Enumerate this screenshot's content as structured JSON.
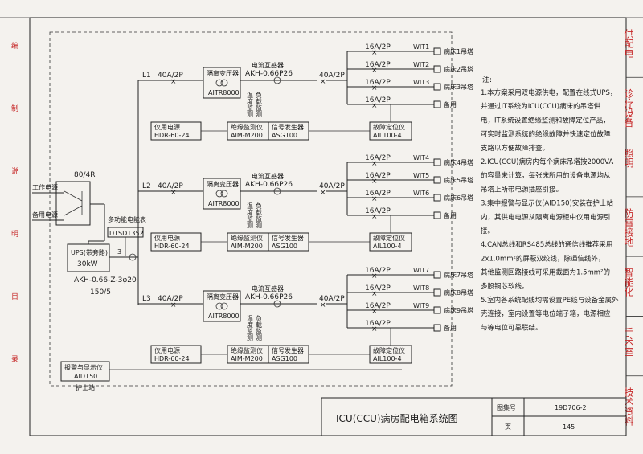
{
  "phases": [
    {
      "phase": "L1",
      "main_breaker": "40A/2P",
      "transformer": "隔离变压器",
      "transformer_model": "AITR8000",
      "ct": "电流互感器",
      "ct_model": "AKH-0.66P26",
      "supply": "仪用电源",
      "supply_model": "HDR-60-24",
      "monitor": "绝缘监测仪",
      "monitor_model": "AIM-M200",
      "signal": "信号发生器",
      "signal_model": "ASG100",
      "locator": "故障定位仪",
      "locator_model": "AIL100-4",
      "out_breaker": "40A/2P",
      "branches": [
        {
          "breaker": "16A/2P",
          "wit": "WIT1",
          "load": "病床1吊塔"
        },
        {
          "breaker": "16A/2P",
          "wit": "WIT2",
          "load": "病床2吊塔"
        },
        {
          "breaker": "16A/2P",
          "wit": "WIT3",
          "load": "病床3吊塔"
        },
        {
          "breaker": "16A/2P",
          "wit": "",
          "load": "备用"
        }
      ]
    },
    {
      "phase": "L2",
      "main_breaker": "40A/2P",
      "transformer": "隔离变压器",
      "transformer_model": "AITR8000",
      "ct": "电流互感器",
      "ct_model": "AKH-0.66P26",
      "supply": "仪用电源",
      "supply_model": "HDR-60-24",
      "monitor": "绝缘监测仪",
      "monitor_model": "AIM-M200",
      "signal": "信号发生器",
      "signal_model": "ASG100",
      "locator": "故障定位仪",
      "locator_model": "AIL100-4",
      "out_breaker": "40A/2P",
      "branches": [
        {
          "breaker": "16A/2P",
          "wit": "WIT4",
          "load": "病床4吊塔"
        },
        {
          "breaker": "16A/2P",
          "wit": "WIT5",
          "load": "病床5吊塔"
        },
        {
          "breaker": "16A/2P",
          "wit": "WIT6",
          "load": "病床6吊塔"
        },
        {
          "breaker": "16A/2P",
          "wit": "",
          "load": "备用"
        }
      ]
    },
    {
      "phase": "L3",
      "main_breaker": "40A/2P",
      "transformer": "隔离变压器",
      "transformer_model": "AITR8000",
      "ct": "电流互感器",
      "ct_model": "AKH-0.66P26",
      "supply": "仪用电源",
      "supply_model": "HDR-60-24",
      "monitor": "绝缘监测仪",
      "monitor_model": "AIM-M200",
      "signal": "信号发生器",
      "signal_model": "ASG100",
      "locator": "故障定位仪",
      "locator_model": "AIL100-4",
      "out_breaker": "40A/2P",
      "branches": [
        {
          "breaker": "16A/2P",
          "wit": "WIT7",
          "load": "病床7吊塔"
        },
        {
          "breaker": "16A/2P",
          "wit": "WIT8",
          "load": "病床8吊塔"
        },
        {
          "breaker": "16A/2P",
          "wit": "WIT9",
          "load": "病床9吊塔"
        },
        {
          "breaker": "16A/2P",
          "wit": "",
          "load": "备用"
        }
      ]
    }
  ],
  "ats": {
    "rating": "80/4R",
    "work_power": "工作电源",
    "backup_power": "备用电源"
  },
  "meter": {
    "label": "多功能电能表",
    "model": "DTSD1352"
  },
  "ups": {
    "label": "UPS(带旁路)",
    "rating": "30kW",
    "ct": "AKH-0.66-Z-3φ20",
    "ratio": "150/5",
    "ct_count": "3"
  },
  "monitor_tags": {
    "line1": "温度监测",
    "line2": "负载监测"
  },
  "alarm": {
    "label": "报警与显示仪",
    "model": "AID150",
    "location": "护士站"
  },
  "notes": {
    "heading": "注:",
    "lines": [
      "1.本方案采用双电源供电，配置在线式UPS，",
      "  并通过IT系统为ICU(CCU)病床的吊塔供",
      "  电，IT系统设置绝缘监测和故障定位产品，",
      "  可实时监测系统的绝缘故障并快速定位故障",
      "  支路以方便故障排查。",
      "2.ICU(CCU)病房内每个病床吊塔按2000VA",
      "  的容量来计算，每张床所用的设备电源均从",
      "  吊塔上所带电源插座引接。",
      "3.集中报警与显示仪(AID150)安装在护士站",
      "  内，其供电电源从隔离电源柜中仪用电源引",
      "  接。",
      "4.CAN总线和RS485总线的通信线推荐采用",
      "  2x1.0mm²的屏蔽双绞线，除通信线外，",
      "  其他监测回路接线可采用截面为1.5mm²的",
      "  多股铜芯软线。",
      "5.室内各系统配线均需设置PE线与设备金属外",
      "  壳连接，室内设置等电位端子箱，电源相应",
      "  与等电位可靠联结。"
    ]
  },
  "title_block": {
    "title": "ICU(CCU)病房配电箱系统图",
    "atlas_label": "图集号",
    "atlas_no": "19D706-2",
    "page_label": "页",
    "page_no": "145"
  },
  "side_tabs": [
    "供配电",
    "诊疗设备",
    "照明",
    "防雷接地",
    "智能化",
    "手术室",
    "技术资料"
  ],
  "left_strip": [
    "编",
    "制",
    "说",
    "明",
    "目",
    "录"
  ]
}
